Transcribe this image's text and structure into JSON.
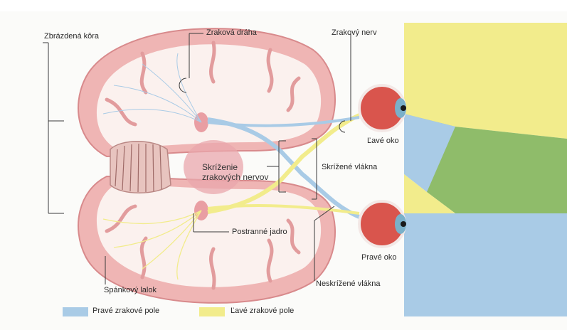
{
  "colors": {
    "right_field": "#a9cbe6",
    "left_field": "#f2ec8c",
    "overlap_field": "#8fbc6a",
    "cortex": "#efb5b4",
    "cortex_edge": "#d88a8c",
    "white_matter": "#fbf1ee",
    "eye": "#d9554d"
  },
  "labels": {
    "striate_cortex": "Zbrázdená kôra",
    "optic_tract": "Zraková dráha",
    "optic_nerve": "Zrakový nerv",
    "left_eye": "Ľavé oko",
    "chiasm": "Skríženie zrakových nervov",
    "crossed_fibers": "Skrížené vlákna",
    "lateral_nucleus": "Postranné jadro",
    "right_eye": "Pravé oko",
    "temporal_lobe": "Spánkový lalok",
    "uncrossed_fibers": "Neskrížené vlákna"
  },
  "legend": {
    "right_field": "Pravé zrakové pole",
    "left_field": "Ľavé zrakové pole"
  }
}
